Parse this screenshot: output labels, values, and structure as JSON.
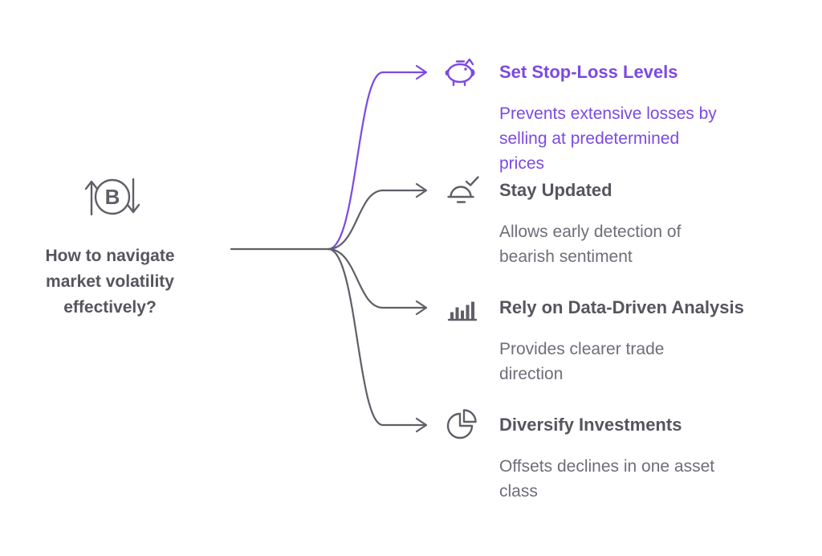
{
  "root": {
    "question": "How to navigate\nmarket volatility\neffectively?",
    "icon": "bitcoin-cycle-icon"
  },
  "branches": [
    {
      "title": "Set Stop-Loss Levels",
      "description": "Prevents extensive losses by\nselling at predetermined\nprices",
      "icon": "piggy-bank-icon",
      "color": "#7B4AE2"
    },
    {
      "title": "Stay Updated",
      "description": "Allows early detection of\nbearish sentiment",
      "icon": "alarm-check-icon",
      "color": "#5F5F68"
    },
    {
      "title": "Rely on Data-Driven Analysis",
      "description": "Provides clearer trade\ndirection",
      "icon": "bar-chart-icon",
      "color": "#5F5F68"
    },
    {
      "title": "Diversify Investments",
      "description": "Offsets declines in one asset\nclass",
      "icon": "pie-chart-icon",
      "color": "#5F5F68"
    }
  ],
  "colors": {
    "accent_purple": "#7B4AE2",
    "line_gray": "#5F5F68",
    "title_gray": "#55555E",
    "desc_gray": "#6E6E79",
    "background": "#FFFFFF"
  }
}
